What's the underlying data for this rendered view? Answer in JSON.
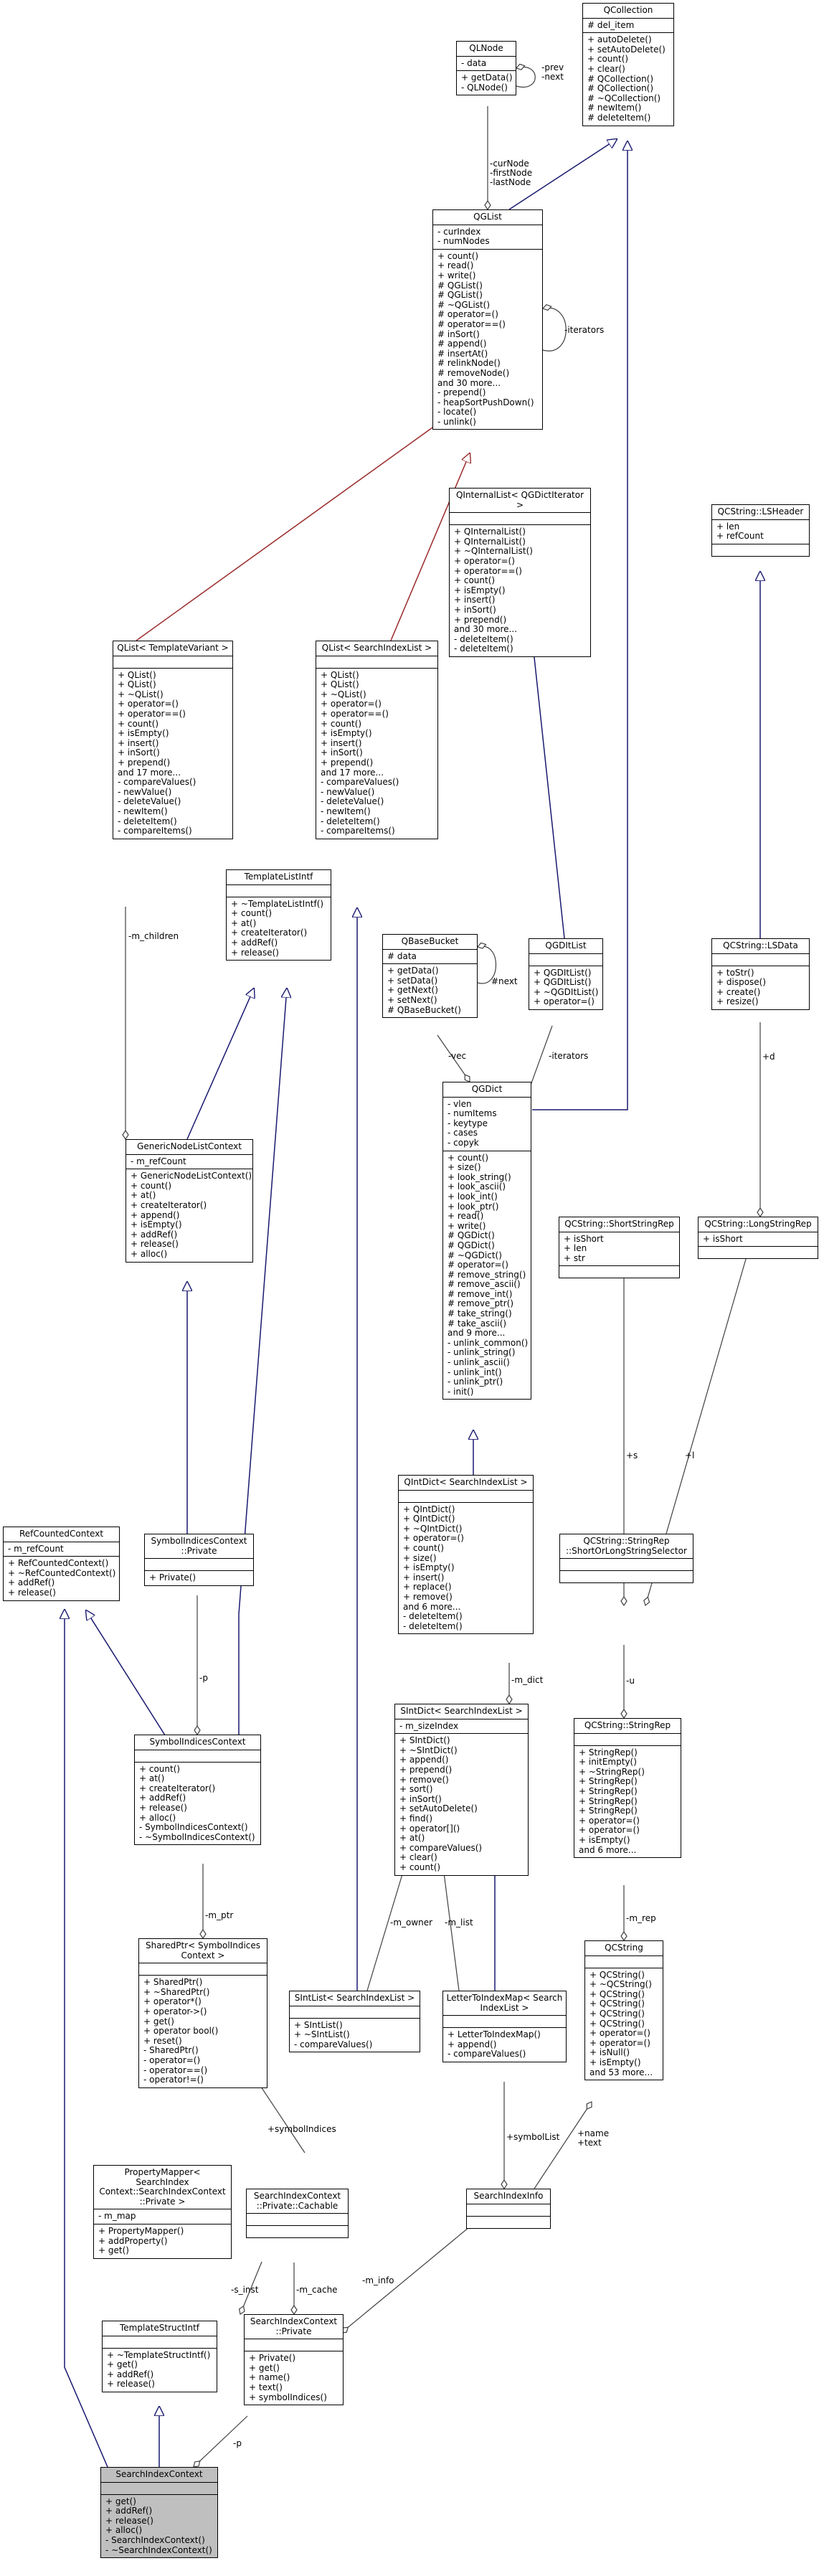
{
  "diagram": {
    "classes": {
      "QCollection": {
        "title": "QCollection",
        "attributes": [
          "# del_item"
        ],
        "methods": [
          "+ autoDelete()",
          "+ setAutoDelete()",
          "+ count()",
          "+ clear()",
          "# QCollection()",
          "# QCollection()",
          "# ~QCollection()",
          "# newItem()",
          "# deleteItem()"
        ]
      },
      "QLNode": {
        "title": "QLNode",
        "attributes": [
          "- data"
        ],
        "methods": [
          "+ getData()",
          "- QLNode()"
        ]
      },
      "QGList": {
        "title": "QGList",
        "attributes": [
          "- curIndex",
          "- numNodes"
        ],
        "methods": [
          "+ count()",
          "+ read()",
          "+ write()",
          "# QGList()",
          "# QGList()",
          "# ~QGList()",
          "# operator=()",
          "# operator==()",
          "# inSort()",
          "# append()",
          "# insertAt()",
          "# relinkNode()",
          "# removeNode()",
          "and 30 more...",
          "- prepend()",
          "- heapSortPushDown()",
          "- locate()",
          "- unlink()"
        ]
      },
      "QInternalList": {
        "title": "QInternalList< QGDictIterator >",
        "attributes": [],
        "methods": [
          "+ QInternalList()",
          "+ QInternalList()",
          "+ ~QInternalList()",
          "+ operator=()",
          "+ operator==()",
          "+ count()",
          "+ isEmpty()",
          "+ insert()",
          "+ inSort()",
          "+ prepend()",
          "and 30 more...",
          "- deleteItem()",
          "- deleteItem()"
        ]
      },
      "LSHeader": {
        "title": "QCString::LSHeader",
        "attributes": [
          "+ len",
          "+ refCount"
        ],
        "methods": []
      },
      "QListTV": {
        "title": "QList< TemplateVariant >",
        "attributes": [],
        "methods": [
          "+ QList()",
          "+ QList()",
          "+ ~QList()",
          "+ operator=()",
          "+ operator==()",
          "+ count()",
          "+ isEmpty()",
          "+ insert()",
          "+ inSort()",
          "+ prepend()",
          "and 17 more...",
          "- compareValues()",
          "- newValue()",
          "- deleteValue()",
          "- newItem()",
          "- deleteItem()",
          "- compareItems()"
        ]
      },
      "QListSIL": {
        "title": "QList< SearchIndexList >",
        "attributes": [],
        "methods": [
          "+ QList()",
          "+ QList()",
          "+ ~QList()",
          "+ operator=()",
          "+ operator==()",
          "+ count()",
          "+ isEmpty()",
          "+ insert()",
          "+ inSort()",
          "+ prepend()",
          "and 17 more...",
          "- compareValues()",
          "- newValue()",
          "- deleteValue()",
          "- newItem()",
          "- deleteItem()",
          "- compareItems()"
        ]
      },
      "TemplateListIntf": {
        "title": "TemplateListIntf",
        "attributes": [],
        "methods": [
          "+ ~TemplateListIntf()",
          "+ count()",
          "+ at()",
          "+ createIterator()",
          "+ addRef()",
          "+ release()"
        ]
      },
      "QBaseBucket": {
        "title": "QBaseBucket",
        "attributes": [
          "# data"
        ],
        "methods": [
          "+ getData()",
          "+ setData()",
          "+ getNext()",
          "+ setNext()",
          "# QBaseBucket()"
        ]
      },
      "QGDItList": {
        "title": "QGDItList",
        "attributes": [],
        "methods": [
          "+ QGDItList()",
          "+ QGDItList()",
          "+ ~QGDItList()",
          "+ operator=()"
        ]
      },
      "LSData": {
        "title": "QCString::LSData",
        "attributes": [],
        "methods": [
          "+ toStr()",
          "+ dispose()",
          "+ create()",
          "+ resize()"
        ]
      },
      "QGDict": {
        "title": "QGDict",
        "attributes": [
          "- vlen",
          "- numItems",
          "- keytype",
          "- cases",
          "- copyk"
        ],
        "methods": [
          "+ count()",
          "+ size()",
          "+ look_string()",
          "+ look_ascii()",
          "+ look_int()",
          "+ look_ptr()",
          "+ read()",
          "+ write()",
          "# QGDict()",
          "# QGDict()",
          "# ~QGDict()",
          "# operator=()",
          "# remove_string()",
          "# remove_ascii()",
          "# remove_int()",
          "# remove_ptr()",
          "# take_string()",
          "# take_ascii()",
          "and 9 more...",
          "- unlink_common()",
          "- unlink_string()",
          "- unlink_ascii()",
          "- unlink_int()",
          "- unlink_ptr()",
          "- init()"
        ]
      },
      "GenericNodeListContext": {
        "title": "GenericNodeListContext",
        "attributes": [
          "- m_refCount"
        ],
        "methods": [
          "+ GenericNodeListContext()",
          "+ count()",
          "+ at()",
          "+ createIterator()",
          "+ append()",
          "+ isEmpty()",
          "+ addRef()",
          "+ release()",
          "+ alloc()"
        ]
      },
      "ShortStringRep": {
        "title": "QCString::ShortStringRep",
        "attributes": [
          "+ isShort",
          "+ len",
          "+ str"
        ],
        "methods": []
      },
      "LongStringRep": {
        "title": "QCString::LongStringRep",
        "attributes": [
          "+ isShort"
        ],
        "methods": []
      },
      "RefCountedContext": {
        "title": "RefCountedContext",
        "attributes": [
          "- m_refCount"
        ],
        "methods": [
          "+ RefCountedContext()",
          "+ ~RefCountedContext()",
          "+ addRef()",
          "+ release()"
        ]
      },
      "SymbolIndicesPrivate": {
        "title": "SymbolIndicesContext\n::Private",
        "attributes": [],
        "methods": [
          "+ Private()"
        ]
      },
      "QIntDict": {
        "title": "QIntDict< SearchIndexList >",
        "attributes": [],
        "methods": [
          "+ QIntDict()",
          "+ QIntDict()",
          "+ ~QIntDict()",
          "+ operator=()",
          "+ count()",
          "+ size()",
          "+ isEmpty()",
          "+ insert()",
          "+ replace()",
          "+ remove()",
          "and 6 more...",
          "- deleteItem()",
          "- deleteItem()"
        ]
      },
      "ShortOrLong": {
        "title": "QCString::StringRep\n::ShortOrLongStringSelector",
        "attributes": [],
        "methods": []
      },
      "SymbolIndicesContext": {
        "title": "SymbolIndicesContext",
        "attributes": [],
        "methods": [
          "+ count()",
          "+ at()",
          "+ createIterator()",
          "+ addRef()",
          "+ release()",
          "+ alloc()",
          "- SymbolIndicesContext()",
          "- ~SymbolIndicesContext()"
        ]
      },
      "SIntDict": {
        "title": "SIntDict< SearchIndexList >",
        "attributes": [
          "- m_sizeIndex"
        ],
        "methods": [
          "+ SIntDict()",
          "+ ~SIntDict()",
          "+ append()",
          "+ prepend()",
          "+ remove()",
          "+ sort()",
          "+ inSort()",
          "+ setAutoDelete()",
          "+ find()",
          "+ operator[]()",
          "+ at()",
          "+ compareValues()",
          "+ clear()",
          "+ count()"
        ]
      },
      "StringRep": {
        "title": "QCString::StringRep",
        "attributes": [],
        "methods": [
          "+ StringRep()",
          "+ initEmpty()",
          "+ ~StringRep()",
          "+ StringRep()",
          "+ StringRep()",
          "+ StringRep()",
          "+ StringRep()",
          "+ operator=()",
          "+ operator=()",
          "+ isEmpty()",
          "and 6 more..."
        ]
      },
      "SharedPtr": {
        "title": "SharedPtr< SymbolIndices\nContext >",
        "attributes": [],
        "methods": [
          "+ SharedPtr()",
          "+ ~SharedPtr()",
          "+ operator*()",
          "+ operator->()",
          "+ get()",
          "+ operator bool()",
          "+ reset()",
          "- SharedPtr()",
          "- operator=()",
          "- operator==()",
          "- operator!=()"
        ]
      },
      "SIntList": {
        "title": "SIntList< SearchIndexList >",
        "attributes": [],
        "methods": [
          "+ SIntList()",
          "+ ~SIntList()",
          "- compareValues()"
        ]
      },
      "LetterToIndexMap": {
        "title": "LetterToIndexMap< Search\nIndexList >",
        "attributes": [],
        "methods": [
          "+ LetterToIndexMap()",
          "+ append()",
          "- compareValues()"
        ]
      },
      "QCString": {
        "title": "QCString",
        "attributes": [],
        "methods": [
          "+ QCString()",
          "+ ~QCString()",
          "+ QCString()",
          "+ QCString()",
          "+ QCString()",
          "+ QCString()",
          "+ operator=()",
          "+ operator=()",
          "+ isNull()",
          "+ isEmpty()",
          "and 53 more..."
        ]
      },
      "PropertyMapper": {
        "title": "PropertyMapper< SearchIndex\nContext::SearchIndexContext\n::Private >",
        "attributes": [
          "- m_map"
        ],
        "methods": [
          "+ PropertyMapper()",
          "+ addProperty()",
          "+ get()"
        ]
      },
      "Cachable": {
        "title": "SearchIndexContext\n::Private::Cachable",
        "attributes": [],
        "methods": []
      },
      "SearchIndexInfo": {
        "title": "SearchIndexInfo",
        "attributes": [],
        "methods": []
      },
      "TemplateStructIntf": {
        "title": "TemplateStructIntf",
        "attributes": [],
        "methods": [
          "+ ~TemplateStructIntf()",
          "+ get()",
          "+ addRef()",
          "+ release()"
        ]
      },
      "SICPrivate": {
        "title": "SearchIndexContext\n::Private",
        "attributes": [],
        "methods": [
          "+ Private()",
          "+ get()",
          "+ name()",
          "+ text()",
          "+ symbolIndices()"
        ]
      },
      "SearchIndexContext": {
        "title": "SearchIndexContext",
        "attributes": [],
        "methods": [
          "+ get()",
          "+ addRef()",
          "+ release()",
          "+ alloc()",
          "- SearchIndexContext()",
          "- ~SearchIndexContext()"
        ]
      }
    },
    "edge_labels": {
      "prevnext": "-prev\n-next",
      "curnode": "-curNode\n-firstNode\n-lastNode",
      "iterators1": "-iterators",
      "m_children": "-m_children",
      "vec": "-vec",
      "iterators2": "-iterators",
      "next": "#next",
      "d": "+d",
      "s": "+s",
      "l": "+l",
      "p1": "-p",
      "m_dict": "-m_dict",
      "u": "-u",
      "m_ptr": "-m_ptr",
      "m_owner": "-m_owner",
      "m_list": "-m_list",
      "m_rep": "-m_rep",
      "symbolIndices": "+symbolIndices",
      "symbolList": "+symbolList",
      "nametext": "+name\n+text",
      "s_inst": "-s_inst",
      "m_cache": "-m_cache",
      "m_info": "-m_info",
      "p2": "-p"
    },
    "colors": {
      "inheritance": "#191970",
      "template": "#9a2a2a",
      "usage": "#404040",
      "highlight": "#bfbfbf"
    }
  }
}
